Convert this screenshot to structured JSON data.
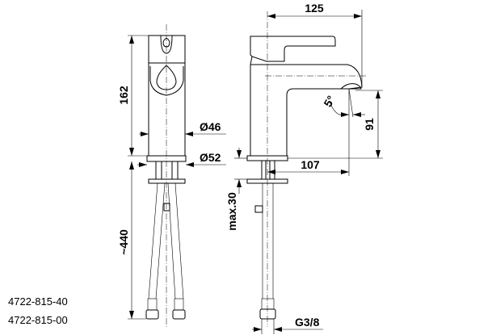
{
  "dimensions": {
    "height_total": "162",
    "diameter_body": "Ø46",
    "diameter_base": "Ø52",
    "hose_length": "~440",
    "spout_reach": "125",
    "spout_to_axis": "107",
    "spout_height": "91",
    "angle": "5°",
    "max_counter_thickness": "max.30",
    "thread": "G3/8"
  },
  "product_codes": [
    "4722-815-40",
    "4722-815-00"
  ],
  "colors": {
    "line": "#000000",
    "background": "#ffffff"
  }
}
